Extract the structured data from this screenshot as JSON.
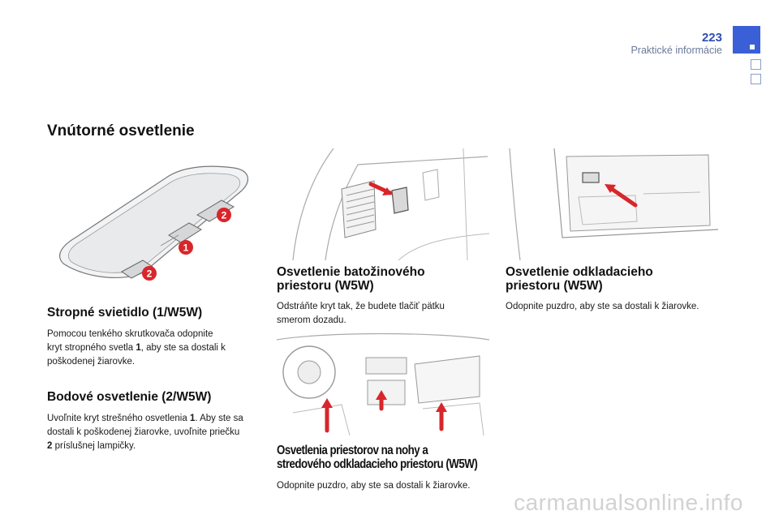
{
  "header": {
    "page_number": "223",
    "section": "Praktické informácie"
  },
  "title": "Vnútorné osvetlenie",
  "ceiling": {
    "heading": "Stropné svietidlo (1/W5W)",
    "text_a": "Pomocou tenkého skrutkovača odopnite",
    "text_b": "kryt stropného svetla ",
    "ref1": "1",
    "text_c": ", aby ste sa dostali k",
    "text_d": "poškodenej žiarovke.",
    "callout1": "1",
    "callout2a": "2",
    "callout2b": "2"
  },
  "spot": {
    "heading": "Bodové osvetlenie (2/W5W)",
    "text_a": "Uvoľnite kryt strešného osvetlenia ",
    "ref1": "1",
    "text_b": ". Aby ste sa",
    "text_c": "dostali k poškodenej žiarovke, uvoľnite priečku",
    "ref2": "2",
    "text_d": " príslušnej lampičky."
  },
  "trunk": {
    "heading_line1": "Osvetlenie batožinového",
    "heading_line2": "priestoru (W5W)",
    "text_a": "Odstráňte kryt tak, že budete tlačiť pätku",
    "text_b": "smerom dozadu."
  },
  "glovebox": {
    "heading_line1": "Osvetlenie odkladacieho",
    "heading_line2": "priestoru (W5W)",
    "text": "Odopnite puzdro, aby ste sa dostali k žiarovke."
  },
  "footwell": {
    "heading_line1": "Osvetlenia priestorov na nohy a",
    "heading_line2": "stredového odkladacieho priestoru (W5W)",
    "text": "Odopnite puzdro, aby ste sa dostali k žiarovke."
  },
  "watermark": "carmanualsonline.info",
  "colors": {
    "accent_blue": "#3b5fd6",
    "callout_red": "#d8262b"
  }
}
